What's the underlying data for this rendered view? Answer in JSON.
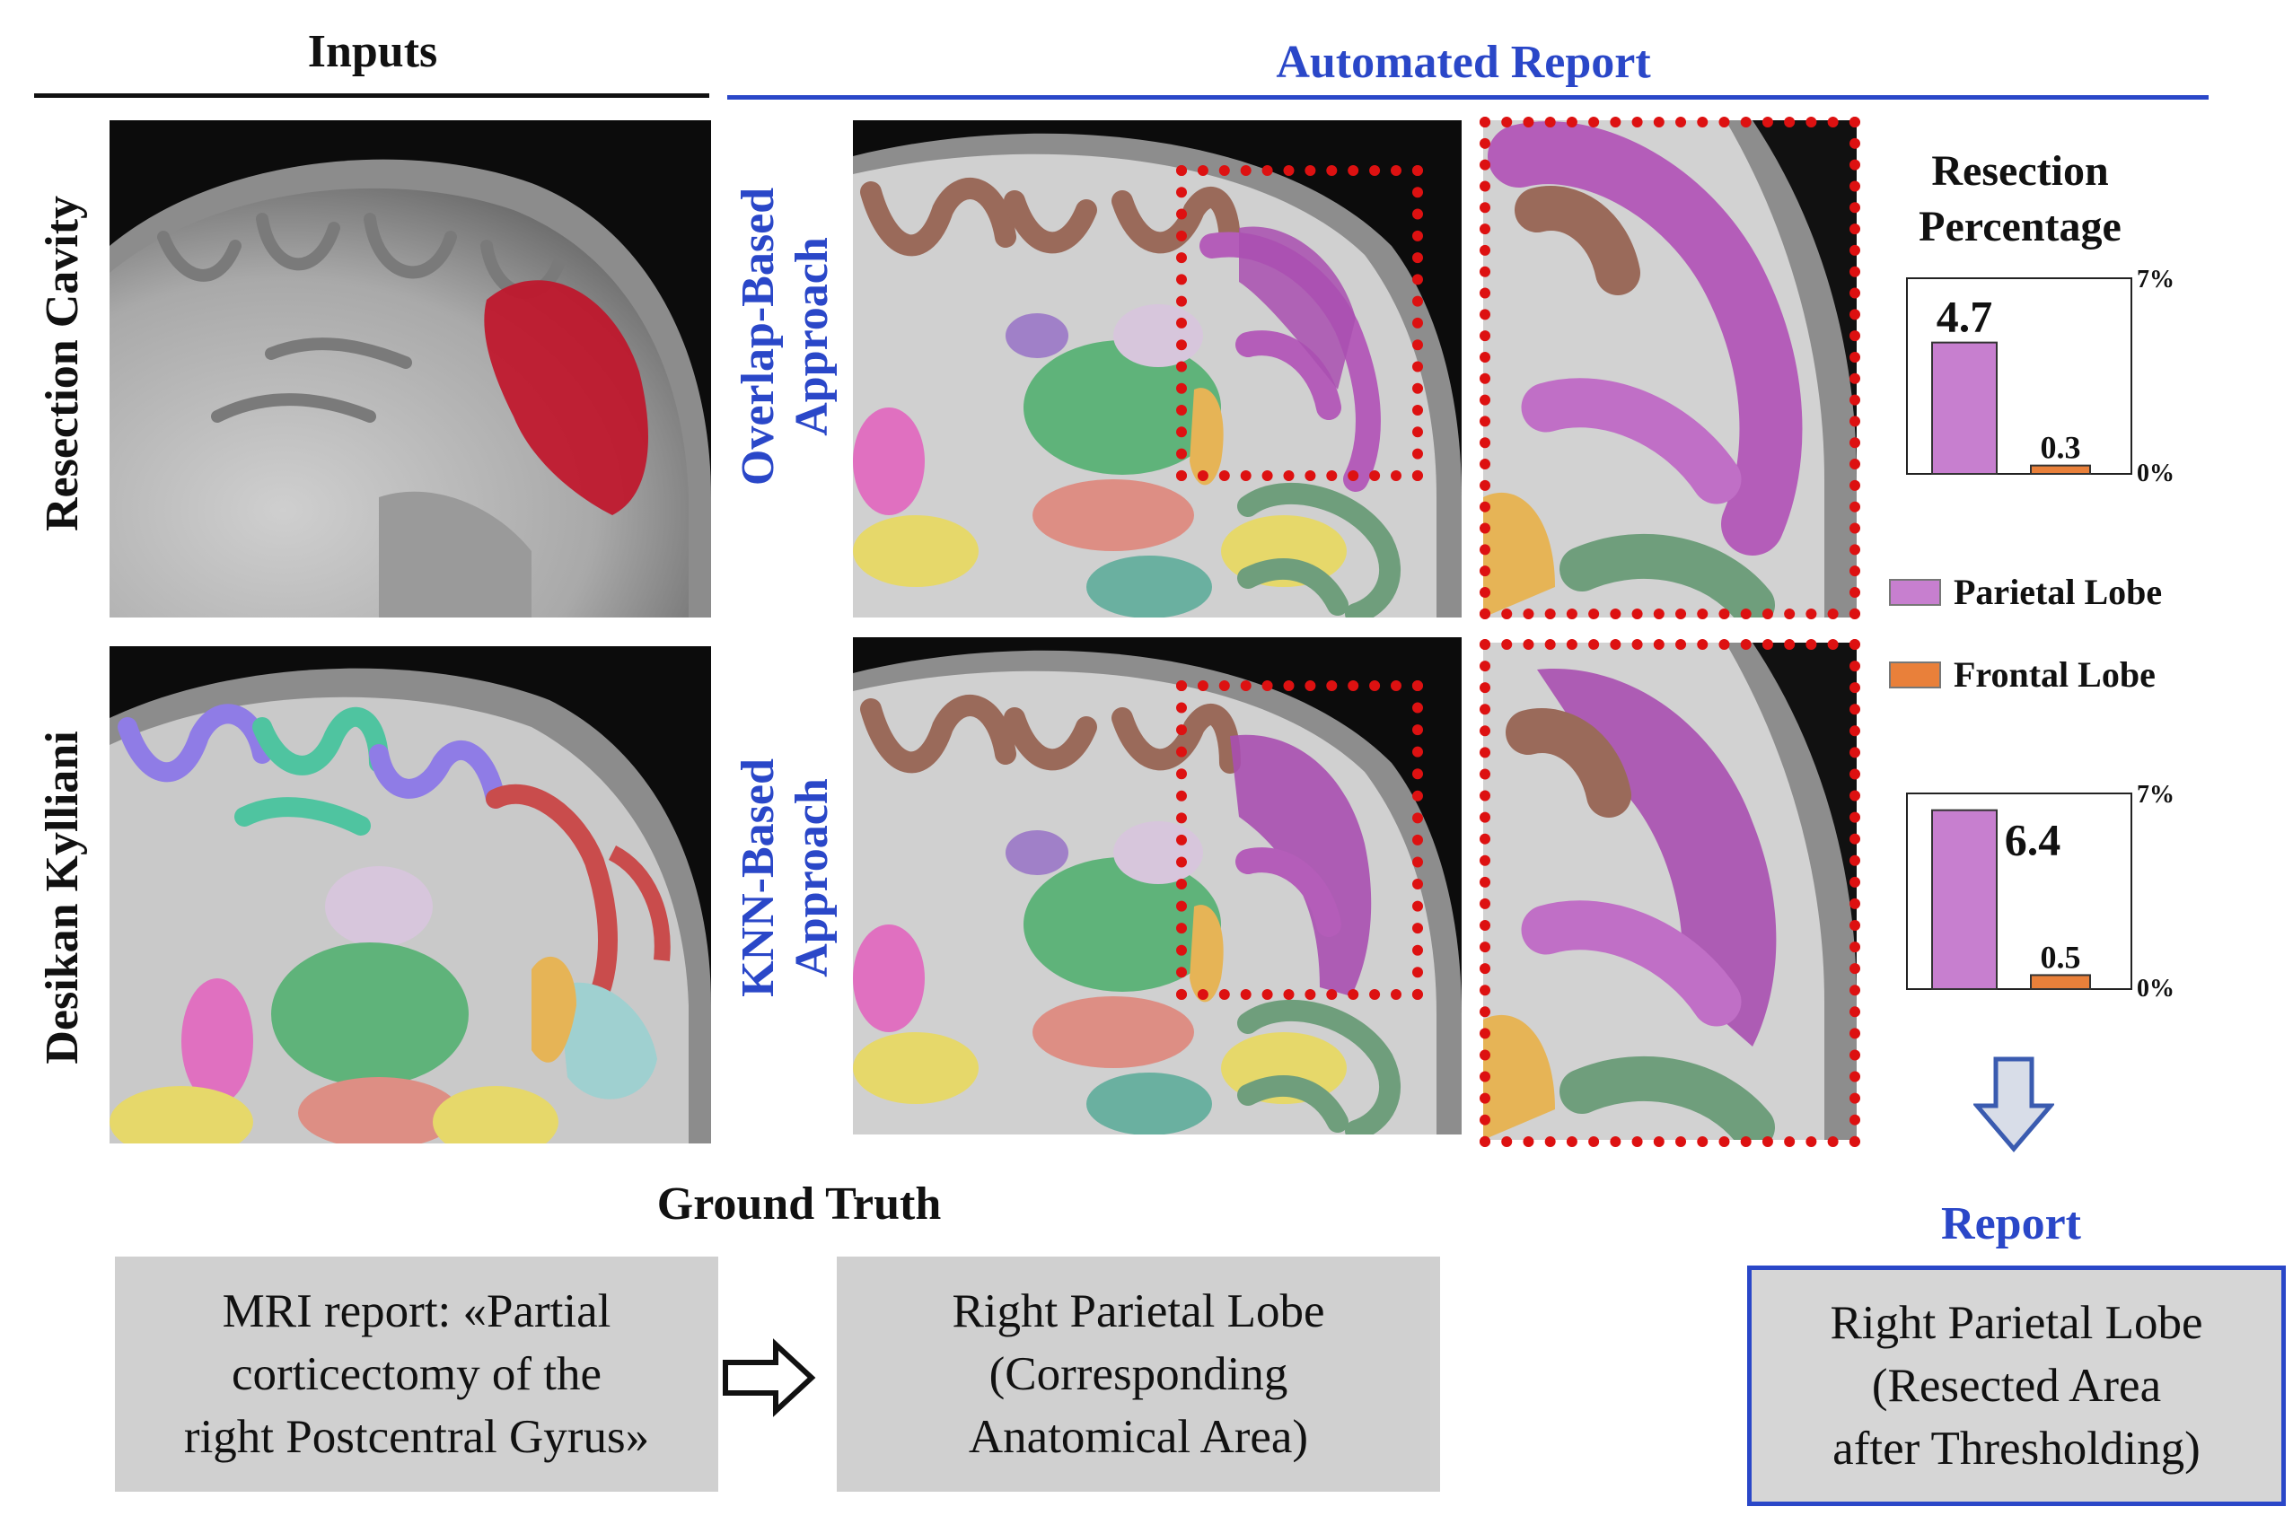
{
  "headers": {
    "inputs": "Inputs",
    "automated_report": "Automated Report",
    "ground_truth": "Ground Truth",
    "report": "Report"
  },
  "row_labels": {
    "resection_cavity": "Resection Cavity",
    "desikan": "Desikan Kylliani",
    "overlap": [
      "Overlap-Based",
      "Approach"
    ],
    "knn": [
      "KNN-Based",
      "Approach"
    ]
  },
  "resection_percentage": {
    "title_line1": "Resection",
    "title_line2": "Percentage"
  },
  "legend": [
    {
      "label": "Parietal Lobe",
      "color": "#c77fcf"
    },
    {
      "label": "Frontal Lobe",
      "color": "#e9803a"
    }
  ],
  "chart_data": [
    {
      "type": "bar",
      "approach": "Overlap-Based Approach",
      "categories": [
        "Parietal Lobe",
        "Frontal Lobe"
      ],
      "values": [
        4.7,
        0.3
      ],
      "value_labels": [
        "4.7",
        "0.3"
      ],
      "ylim": [
        0,
        7
      ],
      "y_max_label": "7%",
      "y_min_label": "0%"
    },
    {
      "type": "bar",
      "approach": "KNN-Based Approach",
      "categories": [
        "Parietal Lobe",
        "Frontal Lobe"
      ],
      "values": [
        6.4,
        0.5
      ],
      "value_labels": [
        "6.4",
        "0.5"
      ],
      "ylim": [
        0,
        7
      ],
      "y_max_label": "7%",
      "y_min_label": "0%"
    }
  ],
  "ground_truth_boxes": {
    "mri_report": [
      "MRI report: «Partial",
      "corticectomy of the",
      "right Postcentral Gyrus»"
    ],
    "anatomical": [
      "Right Parietal Lobe",
      "(Corresponding",
      "Anatomical Area)"
    ]
  },
  "report_box": [
    "Right Parietal Lobe",
    "(Resected Area",
    "after Thresholding)"
  ],
  "colors": {
    "accent_blue": "#2a47c8",
    "dashed_red": "#dd1111",
    "parietal": "#c77fcf",
    "frontal": "#e9803a",
    "resection_red": "#c0152a"
  },
  "icons": [
    "right-arrow-icon",
    "down-arrow-icon"
  ]
}
